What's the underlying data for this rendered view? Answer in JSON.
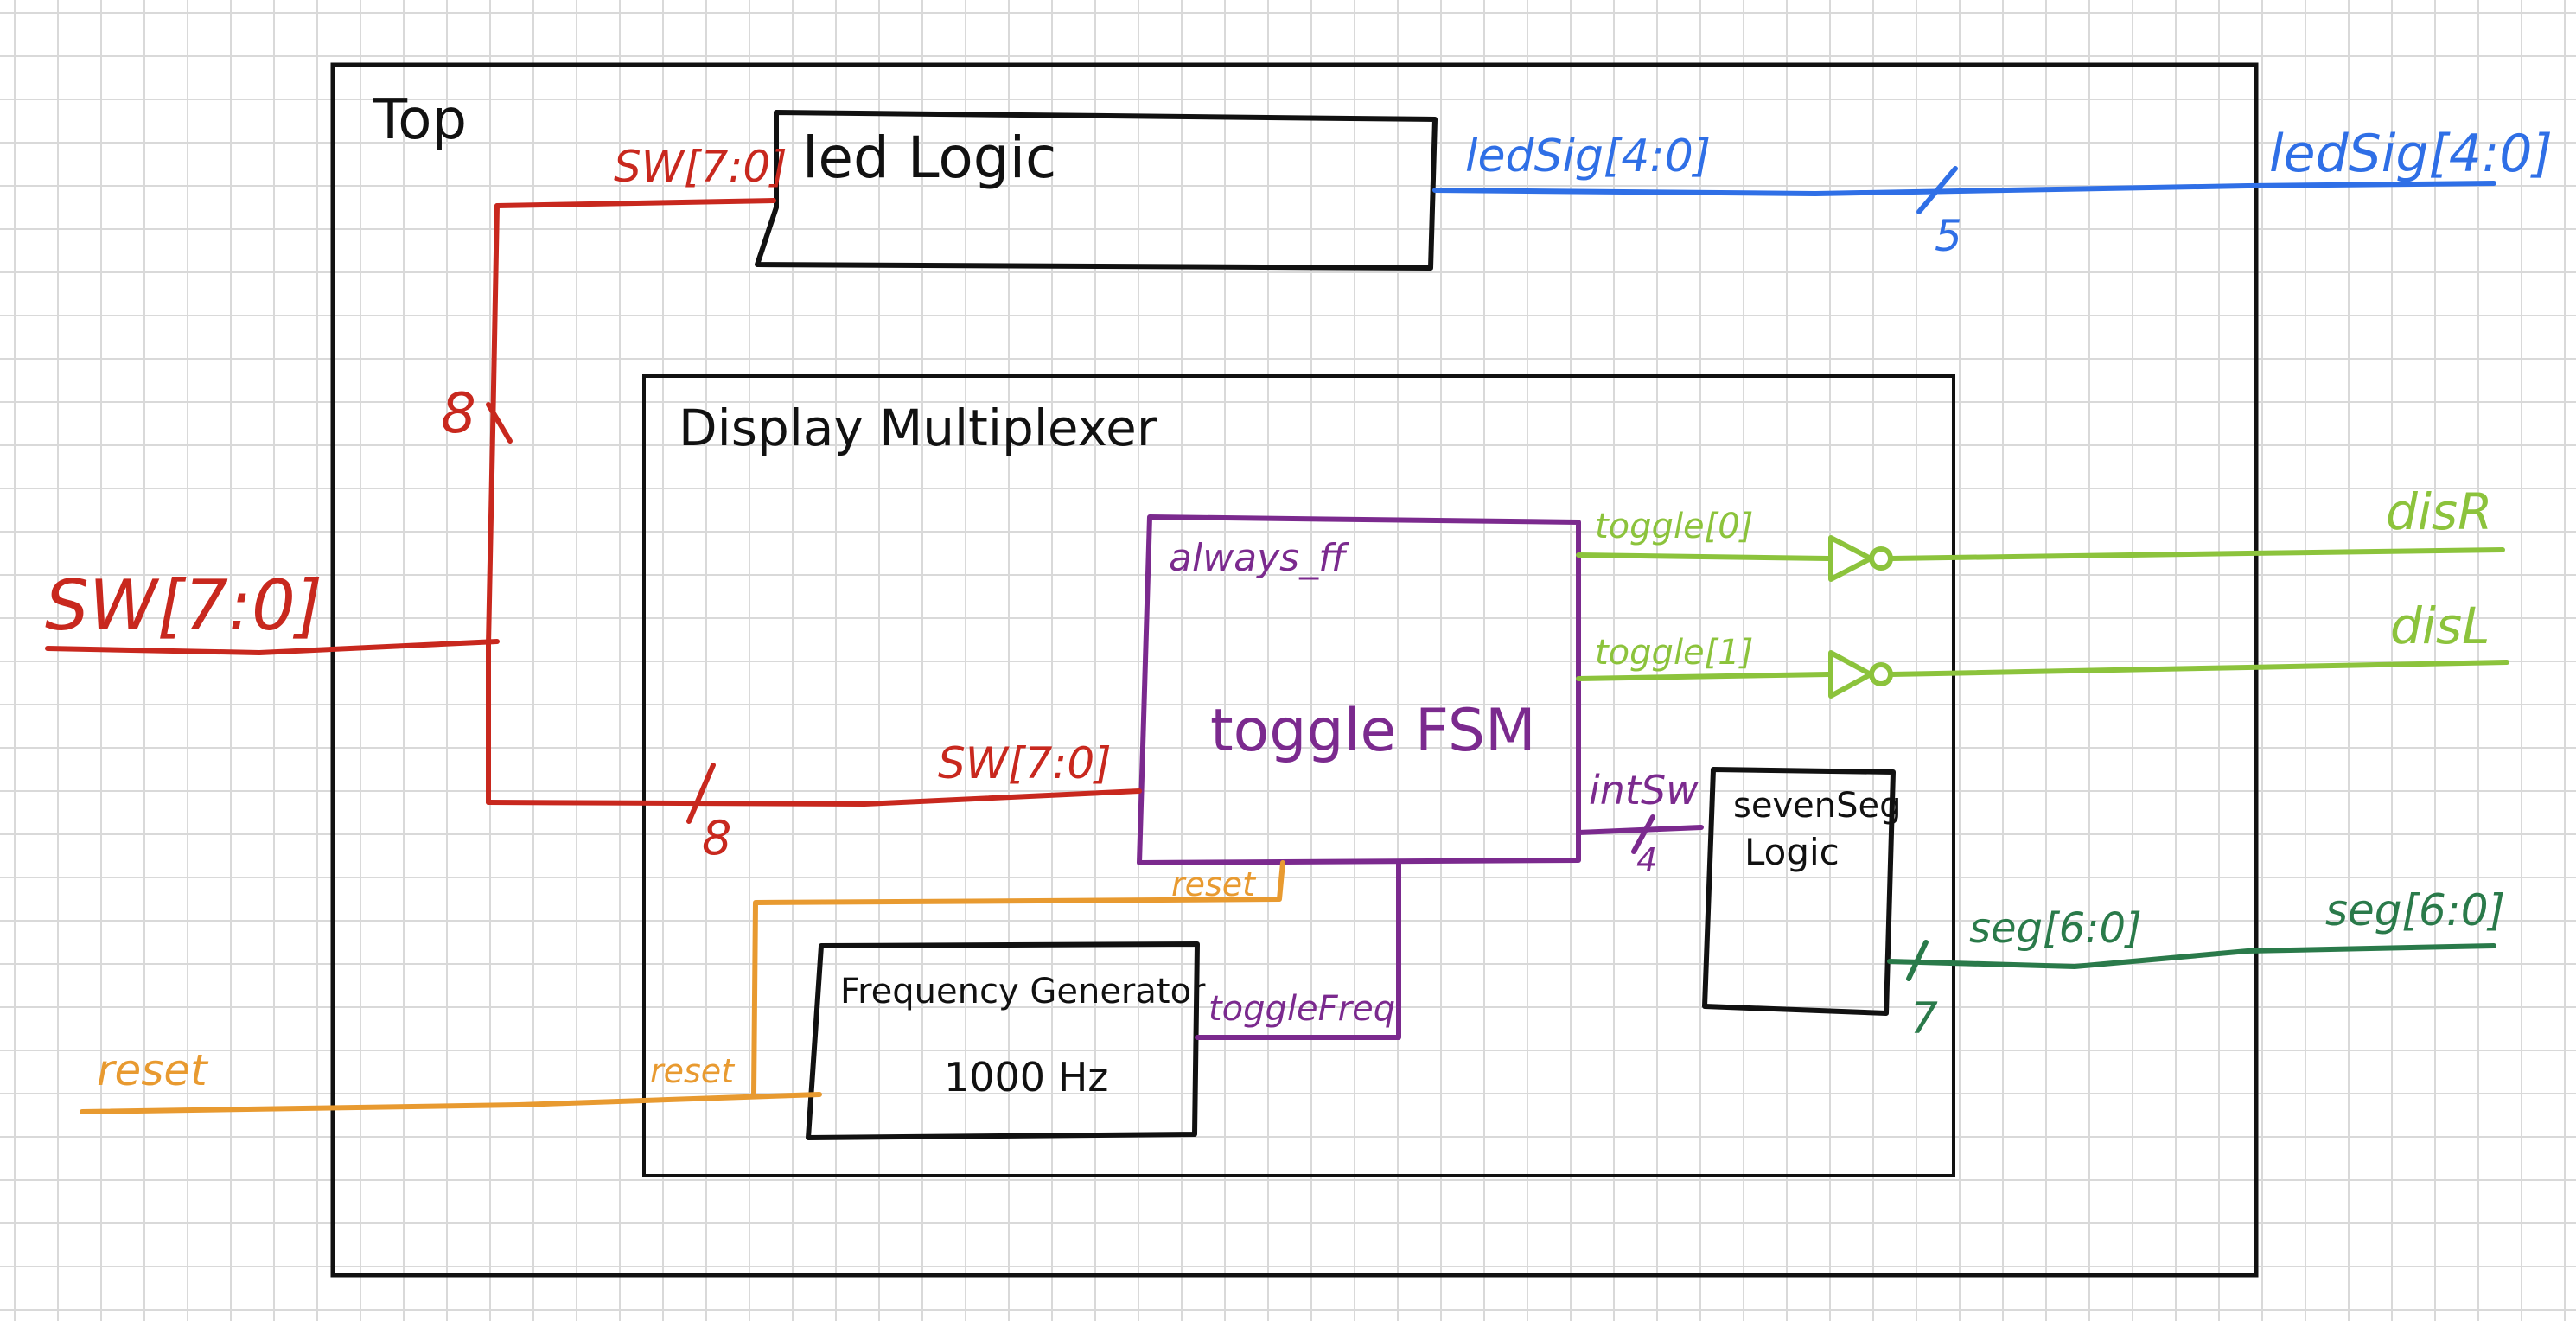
{
  "colors": {
    "outline": "#111111",
    "red": "#c8281e",
    "blue": "#2f6fe6",
    "light_green": "#8cc33c",
    "dark_green": "#2a7a4a",
    "orange": "#e89a30",
    "purple": "#7b2a8e"
  },
  "blocks": {
    "top": "Top",
    "led_logic": "led Logic",
    "display_mux": "Display Multiplexer",
    "toggle_fsm": "toggle FSM",
    "always_ff": "always_ff",
    "freq_gen": "Frequency Generator",
    "freq_value": "1000 Hz",
    "seven_seg_line1": "sevenSeg",
    "seven_seg_line2": "Logic"
  },
  "signals": {
    "sw_input": "SW[7:0]",
    "sw_to_led": "SW[7:0]",
    "sw_to_fsm": "SW[7:0]",
    "sw_bus_width": "8",
    "sw_fsm_width": "8",
    "reset_input": "reset",
    "reset_freq": "reset",
    "reset_fsm": "reset",
    "led_sig_inner": "ledSig[4:0]",
    "led_sig_outer": "ledSig[4:0]",
    "led_width": "5",
    "toggle0": "toggle[0]",
    "toggle1": "toggle[1]",
    "dis_r": "disR",
    "dis_l": "disL",
    "int_sw": "intSw",
    "int_sw_width": "4",
    "toggle_freq": "toggleFreq",
    "seg_inner": "seg[6:0]",
    "seg_outer": "seg[6:0]",
    "seg_width": "7"
  }
}
